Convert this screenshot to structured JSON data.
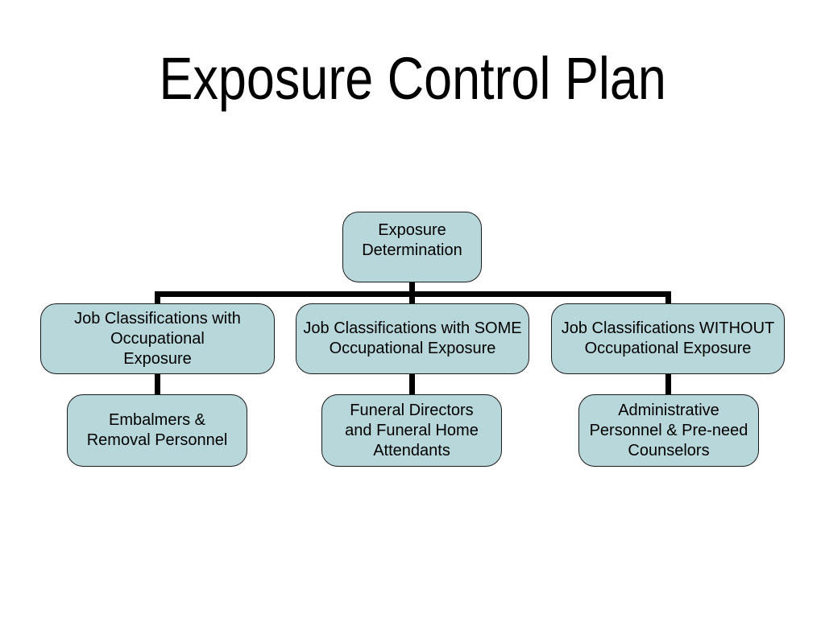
{
  "slide": {
    "title": "Exposure Control Plan",
    "background_color": "#ffffff",
    "box_fill_color": "#b8d7db",
    "box_border_color": "#1a1a1a",
    "connector_color": "#000000",
    "text_color": "#000000"
  },
  "org_chart": {
    "root": {
      "text": "Exposure\nDetermination"
    },
    "level2": [
      {
        "text": "Job Classifications with\nOccupational\nExposure"
      },
      {
        "text": "Job Classifications with SOME\nOccupational Exposure"
      },
      {
        "text": "Job Classifications WITHOUT\nOccupational Exposure"
      }
    ],
    "level3": [
      {
        "text": "Embalmers &\nRemoval Personnel"
      },
      {
        "text": "Funeral Directors\nand Funeral Home\nAttendants"
      },
      {
        "text": "Administrative\nPersonnel & Pre-need\nCounselors"
      }
    ]
  }
}
